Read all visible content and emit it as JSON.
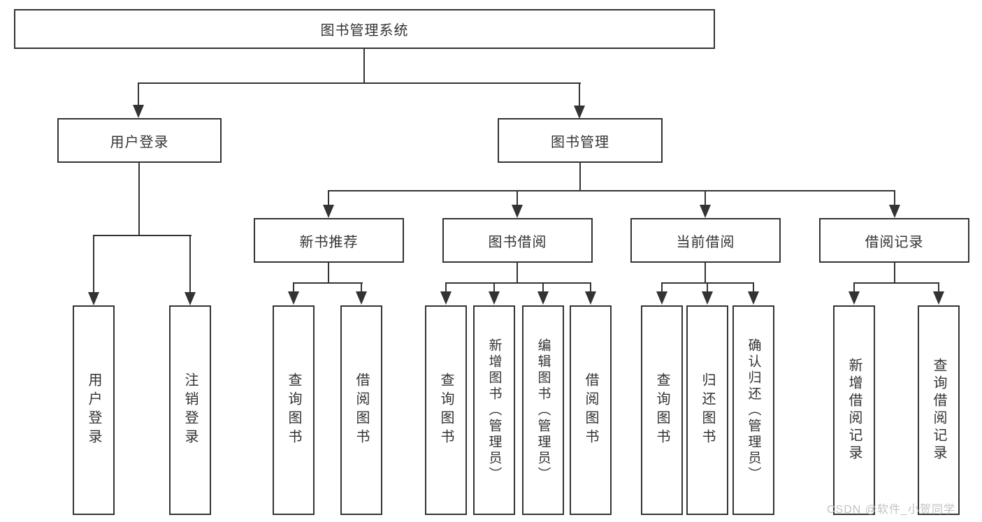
{
  "diagram": {
    "title": "图书管理系统",
    "watermark": "CSDN @软件_小贺同学",
    "colors": {
      "line": "#333333",
      "box_border": "#333333",
      "box_fill": "#ffffff",
      "text": "#333333",
      "watermark": "#c2c2c2"
    }
  },
  "nodes": {
    "root": {
      "label": "图书管理系统"
    },
    "user_login": {
      "label": "用户登录"
    },
    "book_mgmt": {
      "label": "图书管理"
    },
    "new_book_rec": {
      "label": "新书推荐"
    },
    "book_borrow": {
      "label": "图书借阅"
    },
    "current_borrow": {
      "label": "当前借阅"
    },
    "borrow_records": {
      "label": "借阅记录"
    },
    "leaf_user_login": {
      "label": "用户登录"
    },
    "leaf_logout": {
      "label": "注销登录"
    },
    "leaf_nb_query": {
      "label": "查询图书"
    },
    "leaf_nb_borrow": {
      "label": "借阅图书"
    },
    "leaf_bb_query": {
      "label": "查询图书"
    },
    "leaf_bb_add": {
      "label": "新增图书（管理员）"
    },
    "leaf_bb_edit": {
      "label": "编辑图书（管理员）"
    },
    "leaf_bb_borrow": {
      "label": "借阅图书"
    },
    "leaf_cb_query": {
      "label": "查询图书"
    },
    "leaf_cb_return": {
      "label": "归还图书"
    },
    "leaf_cb_confirm": {
      "label": "确认归还（管理员）"
    },
    "leaf_br_add": {
      "label": "新增借阅记录"
    },
    "leaf_br_query": {
      "label": "查询借阅记录"
    }
  },
  "tree": {
    "图书管理系统": {
      "用户登录": [
        "用户登录",
        "注销登录"
      ],
      "图书管理": {
        "新书推荐": [
          "查询图书",
          "借阅图书"
        ],
        "图书借阅": [
          "查询图书",
          "新增图书（管理员）",
          "编辑图书（管理员）",
          "借阅图书"
        ],
        "当前借阅": [
          "查询图书",
          "归还图书",
          "确认归还（管理员）"
        ],
        "借阅记录": [
          "新增借阅记录",
          "查询借阅记录"
        ]
      }
    }
  }
}
